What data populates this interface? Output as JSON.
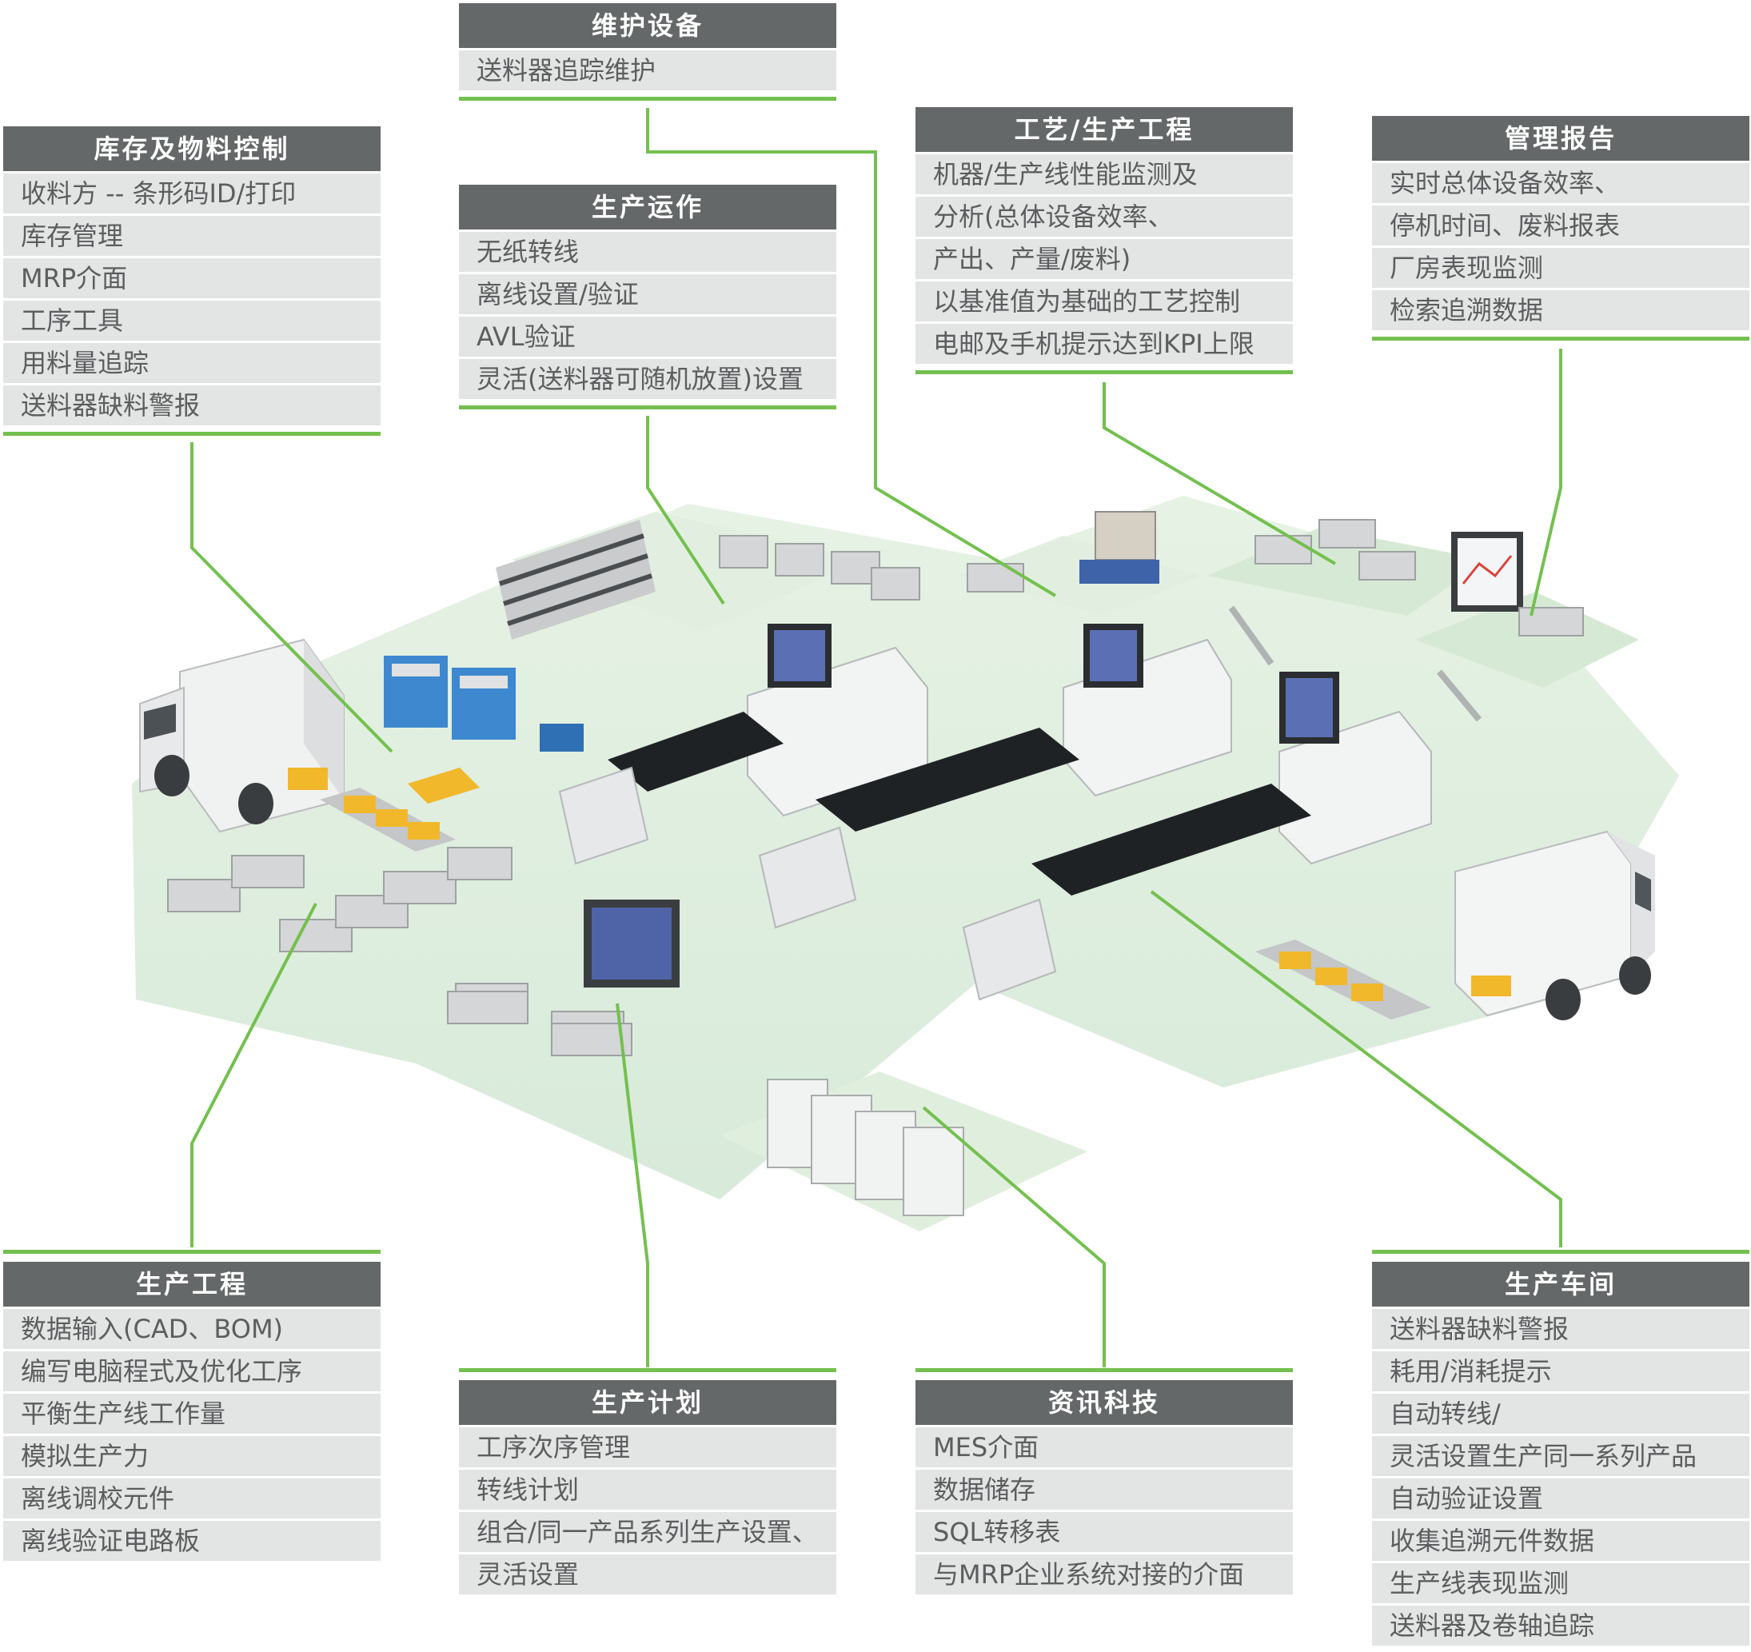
{
  "colors": {
    "header_bg": "#656868",
    "item_bg": "#e3e4e4",
    "accent_green": "#74c04f",
    "floor_green": "#dfeede"
  },
  "panels": {
    "inventory": {
      "title": "库存及物料控制",
      "items": [
        "收料方 -- 条形码ID/打印",
        "库存管理",
        "MRP介面",
        "工序工具",
        "用料量追踪",
        "送料器缺料警报"
      ]
    },
    "maintenance": {
      "title": "维护设备",
      "items": [
        "送料器追踪维护"
      ]
    },
    "operations": {
      "title": "生产运作",
      "items": [
        "无纸转线",
        "离线设置/验证",
        "AVL验证",
        "灵活(送料器可随机放置)设置"
      ]
    },
    "process": {
      "title": "工艺/生产工程",
      "items": [
        "机器/生产线性能监测及",
        "分析(总体设备效率、",
        "产出、产量/废料)",
        "以基准值为基础的工艺控制",
        "电邮及手机提示达到KPI上限"
      ]
    },
    "reports": {
      "title": "管理报告",
      "items": [
        "实时总体设备效率、",
        "停机时间、废料报表",
        "厂房表现监测",
        "检索追溯数据"
      ]
    },
    "engineering": {
      "title": "生产工程",
      "items": [
        "数据输入(CAD、BOM)",
        "编写电脑程式及优化工序",
        "平衡生产线工作量",
        "模拟生产力",
        "离线调校元件",
        "离线验证电路板"
      ]
    },
    "planning": {
      "title": "生产计划",
      "items": [
        "工序次序管理",
        "转线计划",
        "组合/同一产品系列生产设置、",
        "灵活设置"
      ]
    },
    "it": {
      "title": "资讯科技",
      "items": [
        "MES介面",
        "数据储存",
        "SQL转移表",
        "与MRP企业系统对接的介面"
      ]
    },
    "shopfloor": {
      "title": "生产车间",
      "items": [
        "送料器缺料警报",
        "耗用/消耗提示",
        "自动转线/",
        "灵活设置生产同一系列产品",
        "自动验证设置",
        "收集追溯元件数据",
        "生产线表现监测",
        "送料器及卷轴追踪"
      ]
    }
  }
}
